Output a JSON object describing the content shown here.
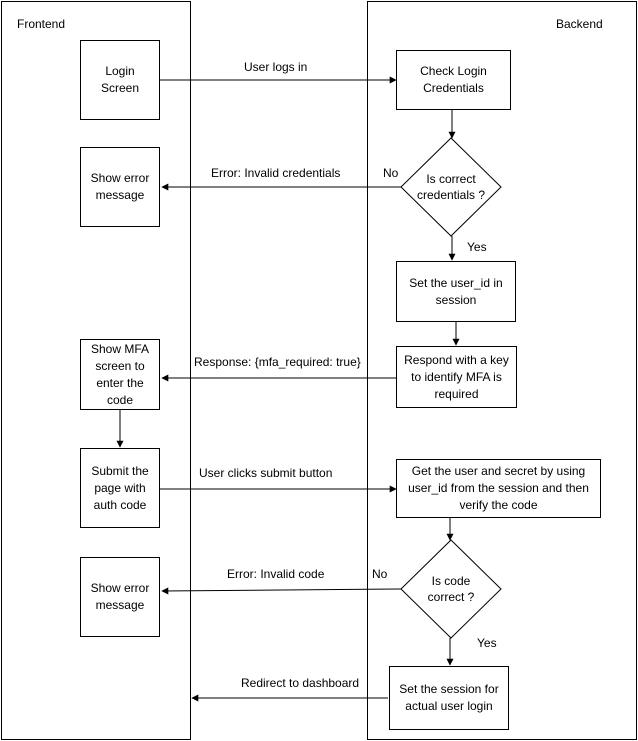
{
  "lanes": {
    "frontend": "Frontend",
    "backend": "Backend"
  },
  "frontend": {
    "login_screen": "Login Screen",
    "show_error_1": "Show error message",
    "show_mfa": "Show MFA screen to enter the code",
    "submit_page": "Submit the page with auth code",
    "show_error_2": "Show error message"
  },
  "backend": {
    "check_login": "Check Login Credentials",
    "is_correct_credentials": "Is correct credentials ?",
    "set_user_id": "Set the user_id in session",
    "respond_key": "Respond with a key to identify MFA is required",
    "get_user_secret": "Get the user and secret by using user_id from the session and then verify the code",
    "is_code_correct": "Is code correct ?",
    "set_session": "Set the session for actual user login"
  },
  "edges": {
    "user_logs_in": "User logs in",
    "error_invalid_credentials": "Error: Invalid credentials",
    "no_1": "No",
    "yes_1": "Yes",
    "response_mfa": "Response: {mfa_required: true}",
    "user_clicks_submit": "User clicks submit button",
    "error_invalid_code": "Error: Invalid code",
    "no_2": "No",
    "yes_2": "Yes",
    "redirect_dashboard": "Redirect to dashboard"
  }
}
